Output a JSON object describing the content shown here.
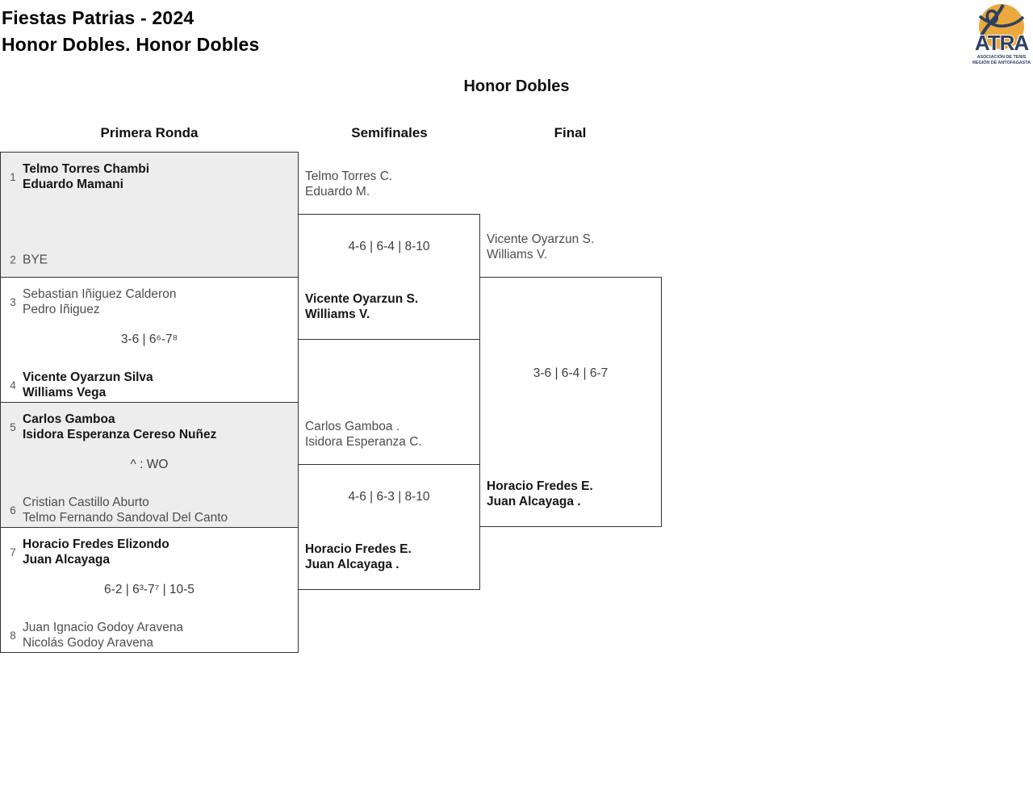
{
  "title": {
    "line1": "Fiestas Patrias - 2024",
    "line2": "Honor Dobles. Honor Dobles"
  },
  "logo": {
    "acronym": "ATRA",
    "org_line1": "ASOCIACIÓN DE TENIS",
    "org_line2": "REGIÓN DE ANTOFAGASTA"
  },
  "bracket": {
    "heading": "Honor Dobles",
    "columns": [
      "Primera Ronda",
      "Semifinales",
      "Final"
    ],
    "first_round": [
      {
        "top": {
          "seed": "1",
          "line1": "Telmo Torres Chambi",
          "line2": "Eduardo Mamani",
          "winner": true
        },
        "score": "",
        "bottom": {
          "seed": "2",
          "line1": "BYE",
          "winner": false
        }
      },
      {
        "top": {
          "seed": "3",
          "line1": "Sebastian Iñiguez Calderon",
          "line2": "Pedro Iñiguez",
          "winner": false
        },
        "score": "3-6 | 6⁶-7⁸",
        "bottom": {
          "seed": "4",
          "line1": "Vicente Oyarzun Silva",
          "line2": "Williams Vega",
          "winner": true
        }
      },
      {
        "top": {
          "seed": "5",
          "line1": "Carlos Gamboa",
          "line2": "Isidora Esperanza Cereso Nuñez",
          "winner": true
        },
        "score": "^ : WO",
        "bottom": {
          "seed": "6",
          "line1": "Cristian Castillo Aburto",
          "line2": "Telmo Fernando Sandoval Del Canto",
          "winner": false
        }
      },
      {
        "top": {
          "seed": "7",
          "line1": "Horacio Fredes Elizondo",
          "line2": "Juan Alcayaga",
          "winner": true
        },
        "score": "6-2 | 6³-7⁷ | 10-5",
        "bottom": {
          "seed": "8",
          "line1": "Juan Ignacio Godoy Aravena",
          "line2": "Nicolás Godoy Aravena",
          "winner": false
        }
      }
    ],
    "semifinals": [
      {
        "top": {
          "line1": "Telmo Torres C.",
          "line2": "Eduardo M.",
          "winner": false
        },
        "score": "4-6 | 6-4 | 8-10",
        "bottom": {
          "line1": "Vicente Oyarzun S.",
          "line2": "Williams V.",
          "winner": true
        }
      },
      {
        "top": {
          "line1": "Carlos Gamboa .",
          "line2": "Isidora Esperanza C.",
          "winner": false
        },
        "score": "4-6 | 6-3 | 8-10",
        "bottom": {
          "line1": "Horacio Fredes E.",
          "line2": "Juan Alcayaga .",
          "winner": true
        }
      }
    ],
    "final": {
      "top": {
        "line1": "Vicente Oyarzun S.",
        "line2": "Williams V.",
        "winner": false
      },
      "score": "3-6 | 6-4 | 6-7",
      "bottom": {
        "line1": "Horacio Fredes E.",
        "line2": "Juan Alcayaga .",
        "winner": true
      }
    }
  },
  "theme": {
    "navy": "#2C4160",
    "ball": "#EBA93D",
    "shaded": "#EDEDED",
    "line": "#333333",
    "text-normal": "#4D4D4D",
    "text-strong": "#161616"
  }
}
